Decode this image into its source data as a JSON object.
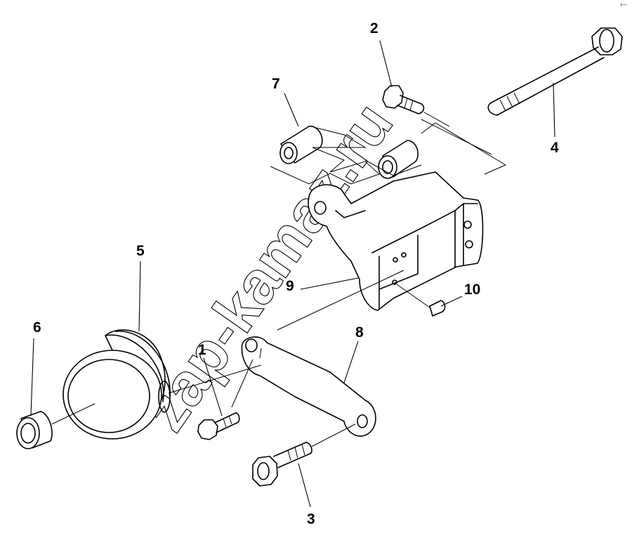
{
  "diagram": {
    "callouts": {
      "c1": "1",
      "c2": "2",
      "c3": "3",
      "c4": "4",
      "c5": "5",
      "c6": "6",
      "c7": "7",
      "c8": "8",
      "c9": "9",
      "c10": "10"
    },
    "watermark": "zap-kamaz.ru",
    "corner_mark": "r---"
  },
  "colors": {
    "line": "#000000",
    "background": "#ffffff"
  }
}
